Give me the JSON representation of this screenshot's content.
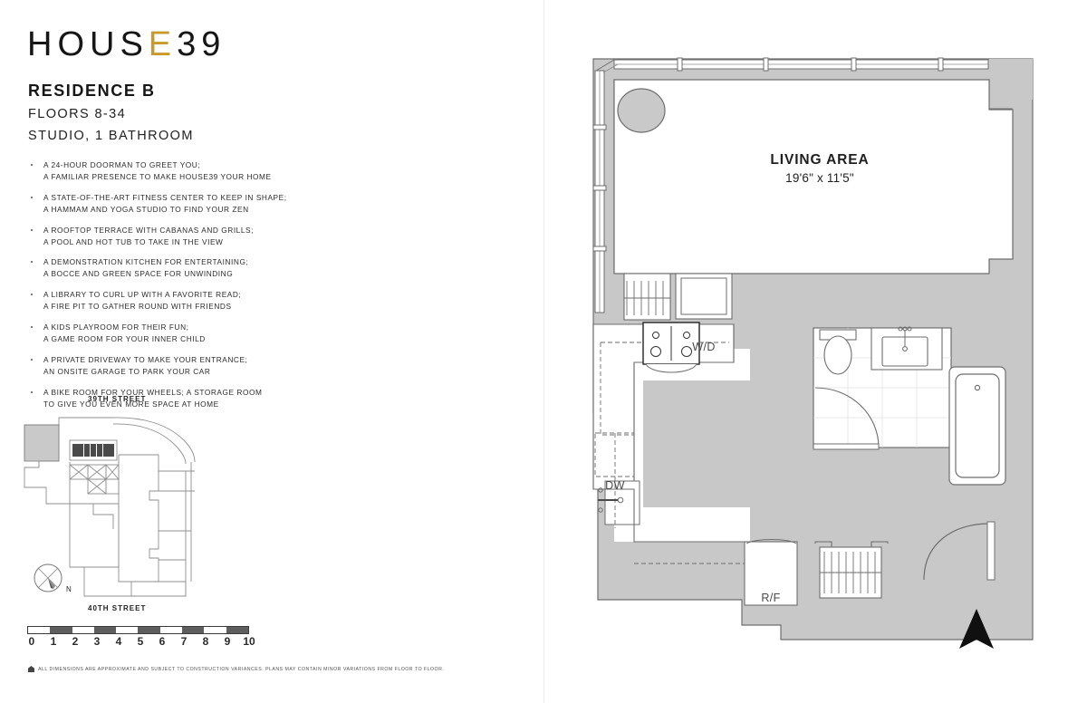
{
  "brand": {
    "name_part1": "HOUS",
    "name_accent": "E",
    "name_part2": "39",
    "accent_color": "#c89a2b"
  },
  "residence": {
    "title": "RESIDENCE B",
    "floors": "FLOORS 8-34",
    "type": "STUDIO, 1 BATHROOM"
  },
  "amenities": [
    {
      "line1": "A 24-HOUR DOORMAN TO GREET YOU;",
      "line2": "A FAMILIAR PRESENCE TO MAKE HOUSE39 YOUR HOME"
    },
    {
      "line1": "A STATE-OF-THE-ART FITNESS CENTER TO KEEP IN SHAPE;",
      "line2": "A HAMMAM AND YOGA STUDIO TO FIND YOUR ZEN"
    },
    {
      "line1": "A ROOFTOP TERRACE WITH CABANAS AND GRILLS;",
      "line2": "A POOL AND HOT TUB TO TAKE IN THE VIEW"
    },
    {
      "line1": "A DEMONSTRATION KITCHEN FOR ENTERTAINING;",
      "line2": "A BOCCE AND GREEN SPACE FOR UNWINDING"
    },
    {
      "line1": "A LIBRARY TO CURL UP WITH A FAVORITE READ;",
      "line2": "A FIRE PIT TO GATHER ROUND WITH FRIENDS"
    },
    {
      "line1": "A KIDS PLAYROOM FOR THEIR FUN;",
      "line2": "A GAME ROOM FOR YOUR INNER CHILD"
    },
    {
      "line1": "A PRIVATE DRIVEWAY TO MAKE YOUR ENTRANCE;",
      "line2": "AN ONSITE GARAGE TO PARK YOUR CAR"
    },
    {
      "line1": "A BIKE ROOM FOR YOUR WHEELS; A STORAGE ROOM",
      "line2": "TO GIVE YOU EVEN MORE SPACE AT HOME"
    }
  ],
  "key_plan": {
    "street_top": "39TH STREET",
    "street_bottom": "40TH STREET",
    "compass_label": "N",
    "unit_highlight_color": "#c9c9c9"
  },
  "scale": {
    "ticks": [
      "0",
      "1",
      "2",
      "3",
      "4",
      "5",
      "6",
      "7",
      "8",
      "9",
      "10"
    ],
    "segments": [
      "light",
      "dark",
      "light",
      "dark",
      "light",
      "dark",
      "light",
      "dark",
      "light",
      "dark"
    ]
  },
  "disclaimer": {
    "text": "ALL DIMENSIONS ARE APPROXIMATE AND SUBJECT TO CONSTRUCTION VARIANCES. PLANS MAY CONTAIN MINOR VARIATIONS FROM FLOOR TO FLOOR."
  },
  "floor_plan": {
    "rooms": [
      {
        "name": "LIVING AREA",
        "dimensions": "19'6\" x 11'5\""
      }
    ],
    "fixtures": [
      {
        "label": "W/D",
        "type": "washer-dryer"
      },
      {
        "label": "DW",
        "type": "dishwasher"
      },
      {
        "label": "R/F",
        "type": "refrigerator-freezer"
      }
    ],
    "wall_fill": "#c8c8c8",
    "wall_stroke": "#6e6e6e",
    "column_fill": "#c9c9c9"
  }
}
